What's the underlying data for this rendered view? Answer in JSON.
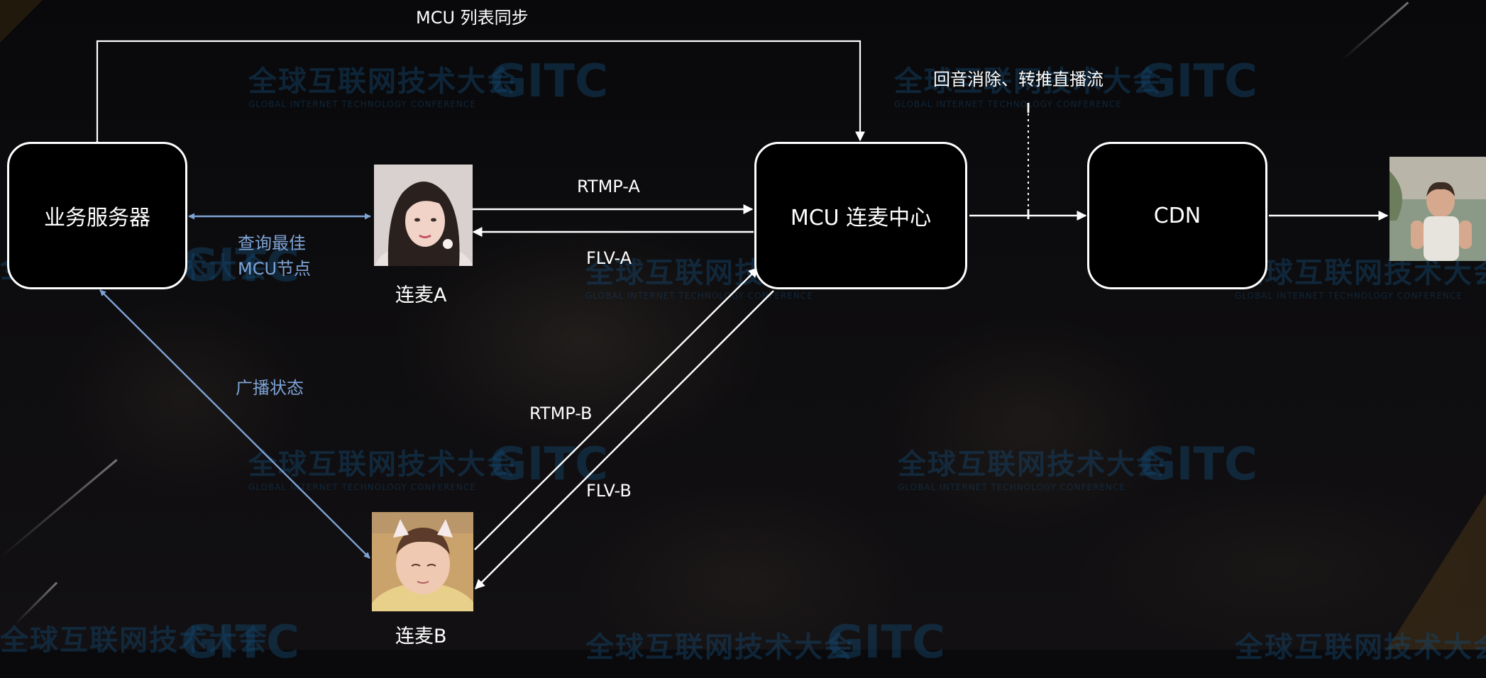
{
  "nodes": {
    "business_server": "业务服务器",
    "mcu_center": "MCU 连麦中心",
    "cdn": "CDN"
  },
  "participants": {
    "a_caption": "连麦A",
    "b_caption": "连麦B"
  },
  "edges": {
    "mcu_list_sync": "MCU 列表同步",
    "echo_cancel": "回音消除、转推直播流",
    "rtmp_a": "RTMP-A",
    "flv_a": "FLV-A",
    "rtmp_b": "RTMP-B",
    "flv_b": "FLV-B",
    "query_line1": "查询最佳",
    "query_line2": "MCU节点",
    "broadcast_status": "广播状态"
  },
  "watermark": {
    "main": "全球互联网技术大会",
    "sub": "GLOBAL INTERNET TECHNOLOGY CONFERENCE",
    "logo": "GITC"
  },
  "colors": {
    "line": "#ffffff",
    "blue_line": "#7ea3d6",
    "background": "#0a0a0c",
    "watermark": "#14466e"
  }
}
